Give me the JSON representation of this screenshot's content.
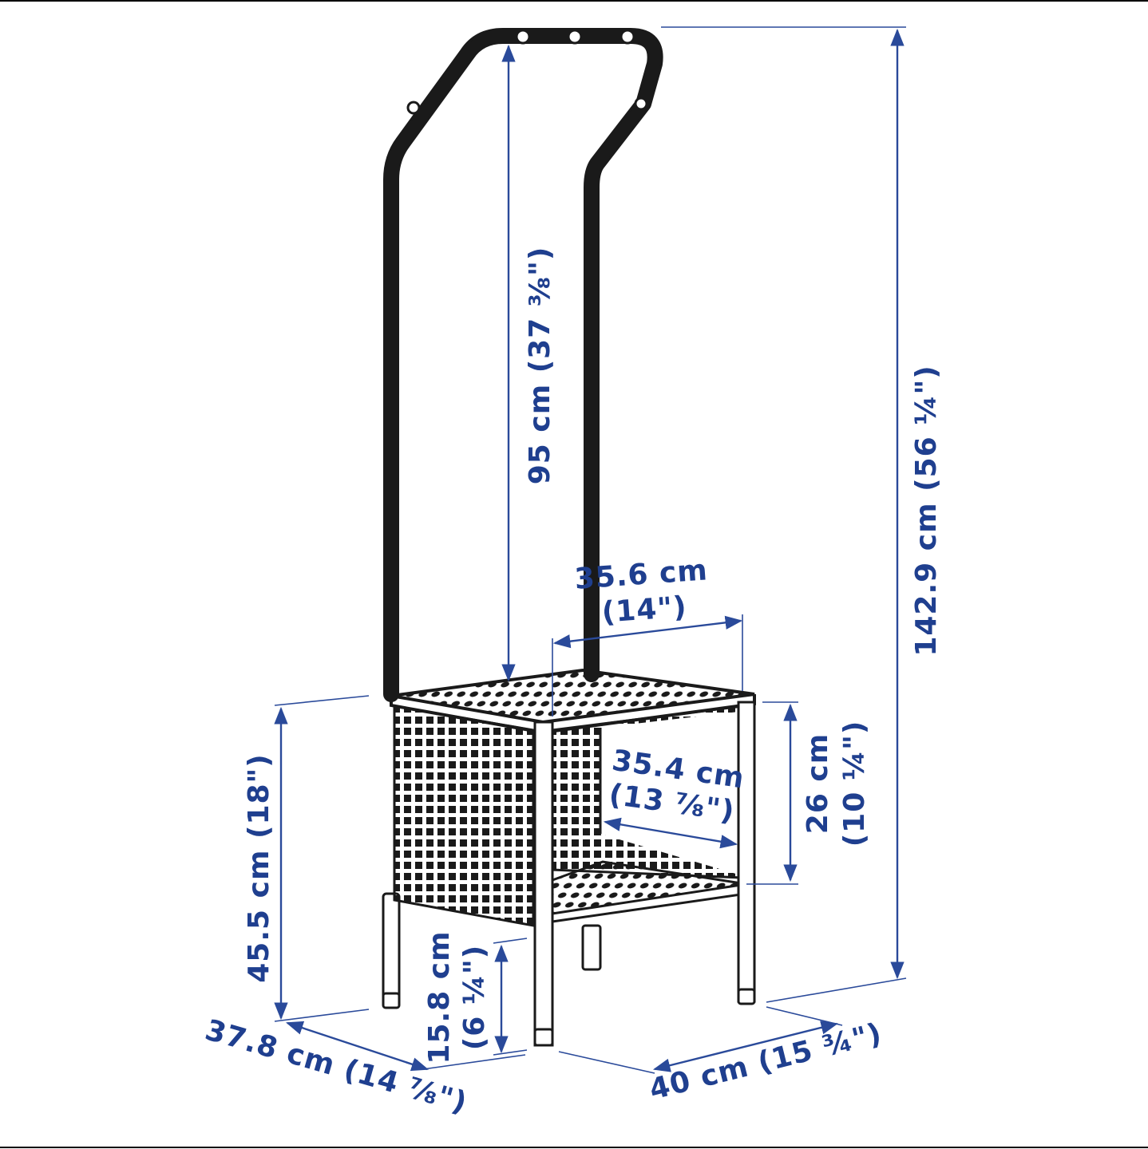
{
  "diagram": {
    "subject": "Nightstand with clothes rail - dimension drawing",
    "colors": {
      "dimension": "#1f3f8f",
      "frame": "#1a1a1a",
      "background": "#ffffff"
    },
    "dimensions": {
      "total_height": "142.9 cm (56 ¼\")",
      "rail_height": "95 cm (37 ⅜\")",
      "top_width": {
        "line1": "35.6 cm",
        "line2": "(14\")"
      },
      "inner_width": {
        "line1": "35.4 cm",
        "line2": "(13 ⅞\")"
      },
      "inner_height": {
        "line1": "26 cm",
        "line2": "(10 ¼\")"
      },
      "table_height": "45.5 cm (18\")",
      "floor_clearance": {
        "line1": "15.8 cm",
        "line2": "(6 ¼\")"
      },
      "depth": "37.8 cm (14 ⅞\")",
      "width": "40 cm (15 ¾\")"
    }
  }
}
